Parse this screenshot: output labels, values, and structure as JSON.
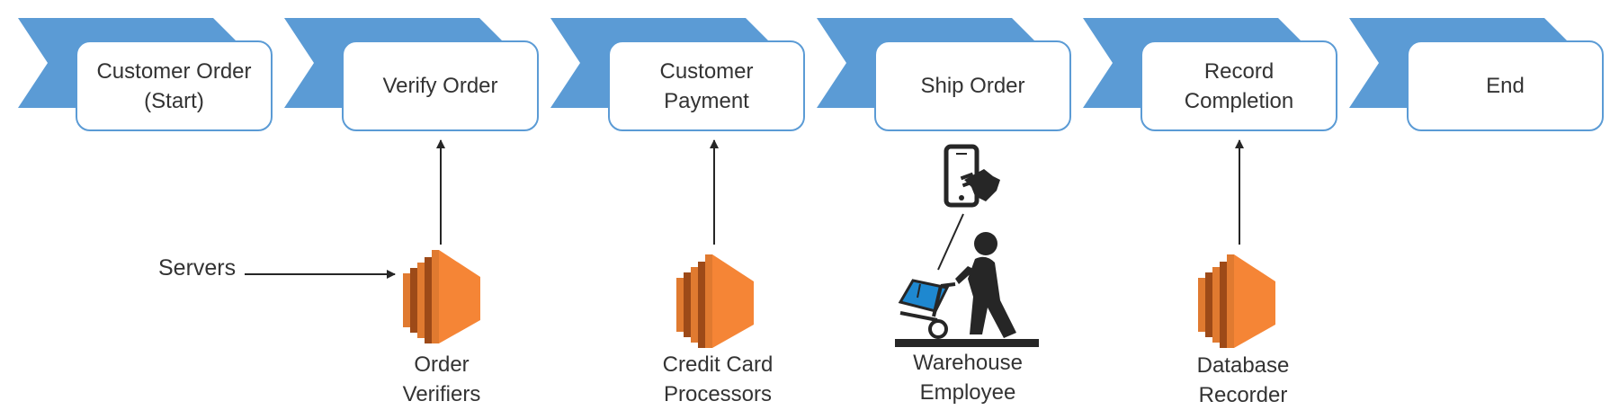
{
  "diagram": {
    "steps": [
      {
        "id": "customer-order",
        "label": "Customer Order\n(Start)"
      },
      {
        "id": "verify-order",
        "label": "Verify Order"
      },
      {
        "id": "customer-payment",
        "label": "Customer\nPayment"
      },
      {
        "id": "ship-order",
        "label": "Ship Order"
      },
      {
        "id": "record-completion",
        "label": "Record\nCompletion"
      },
      {
        "id": "end",
        "label": "End"
      }
    ],
    "actors": [
      {
        "id": "order-verifiers",
        "label": "Order\nVerifiers",
        "icon": "server-stack-icon",
        "feeds_step": "verify-order"
      },
      {
        "id": "credit-card-processors",
        "label": "Credit Card\nProcessors",
        "icon": "server-stack-icon",
        "feeds_step": "customer-payment"
      },
      {
        "id": "warehouse-employee",
        "label": "Warehouse\nEmployee",
        "icon": "worker-with-hand-truck-icon",
        "uses": "mobile-phone-icon",
        "feeds_step": "ship-order"
      },
      {
        "id": "database-recorder",
        "label": "Database\nRecorder",
        "icon": "server-stack-icon",
        "feeds_step": "record-completion"
      }
    ],
    "callout": {
      "label": "Servers",
      "points_to": "order-verifiers"
    },
    "colors": {
      "chevron": "#5b9bd5",
      "box_border": "#5b9bd5",
      "server_front": "#f58536",
      "server_slab": "#e07a30",
      "server_dark": "#9d4a18",
      "worker": "#262626",
      "box_cargo": "#1e88d0",
      "arrow": "#262626"
    }
  }
}
